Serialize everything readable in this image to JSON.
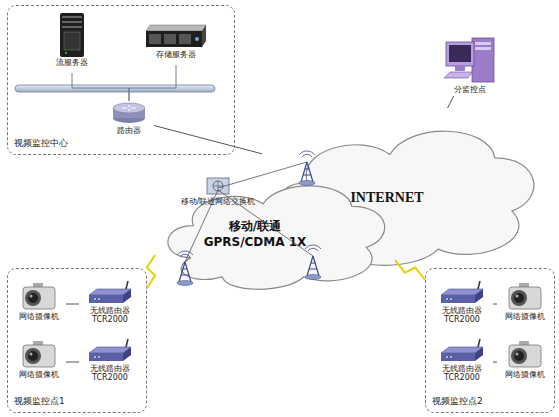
{
  "diagram": {
    "nodes": [
      {
        "text": [
          "视频监控中心"
        ]
      },
      {
        "text": [
          "流服务器"
        ],
        "in": 0
      },
      {
        "text": [
          "存储服务器"
        ],
        "in": 0
      },
      {
        "text": [
          "路由器"
        ],
        "in": 0
      },
      {
        "text": [
          "分监控点"
        ]
      },
      {
        "text": [
          "INTERNET"
        ]
      },
      {
        "text": [
          "移动/联通 GPRS/CDMA 1X"
        ]
      },
      {
        "text": [
          "移动/联通网络交换机"
        ],
        "in": 6
      },
      {
        "text": [
          "视频监控点1"
        ]
      },
      {
        "text": [
          "网络摄像机"
        ],
        "in": 8
      },
      {
        "text": [
          "无线路由器 TCR2000"
        ],
        "in": 8
      },
      {
        "text": [
          "网络摄像机"
        ],
        "in": 8
      },
      {
        "text": [
          "无线路由器 TCR2000"
        ],
        "in": 8
      },
      {
        "text": [
          "视频监控点2"
        ]
      },
      {
        "text": [
          "无线路由器 TCR2000"
        ],
        "in": 13
      },
      {
        "text": [
          "网络摄像机"
        ],
        "in": 13
      },
      {
        "text": [
          "无线路由器 TCR2000"
        ],
        "in": 13
      },
      {
        "text": [
          "网络摄像机"
        ],
        "in": 13
      }
    ],
    "edges": [
      {
        "from": 1,
        "to": 3,
        "arrow": "none"
      },
      {
        "from": 2,
        "to": 3,
        "arrow": "none"
      },
      {
        "from": 3,
        "to": 5,
        "arrow": "none"
      },
      {
        "from": 4,
        "to": 5,
        "arrow": "none"
      },
      {
        "from": 8,
        "to": 6,
        "arrow": "none"
      },
      {
        "from": 13,
        "to": 6,
        "arrow": "none"
      },
      {
        "from": 9,
        "to": 10,
        "arrow": "none"
      },
      {
        "from": 11,
        "to": 12,
        "arrow": "none"
      },
      {
        "from": 15,
        "to": 14,
        "arrow": "none"
      },
      {
        "from": 17,
        "to": 16,
        "arrow": "none"
      }
    ]
  }
}
